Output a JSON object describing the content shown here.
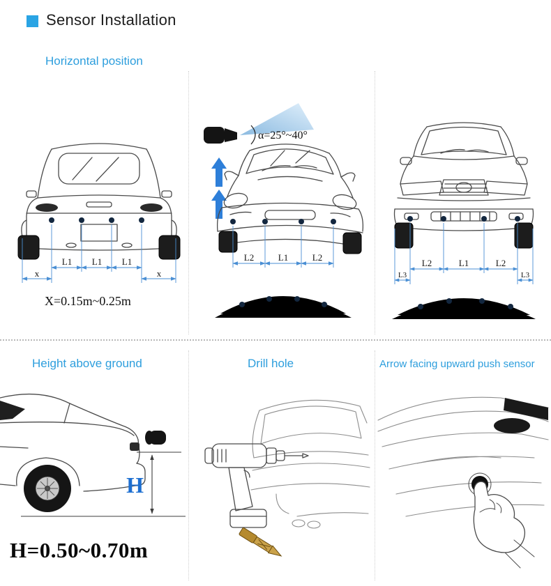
{
  "title": "Sensor Installation",
  "colors": {
    "accent_blue": "#2d9edd",
    "bullet_blue": "#2aa4e4",
    "dimension_blue": "#4a8fd4",
    "arrow_blue": "#2e7fd9",
    "h_label_blue": "#1d6fd1",
    "sensor_dot": "#13273f"
  },
  "horizontal_section": {
    "heading": "Horizontal position",
    "angle_label": "α=25°~40°",
    "x_range": "X=0.15m~0.25m",
    "rear_view_dims": [
      "x",
      "L1",
      "L1",
      "L1",
      "x"
    ],
    "sport_front_dims": [
      "L2",
      "L1",
      "L2"
    ],
    "sedan_front_dims": [
      "L3",
      "L2",
      "L1",
      "L2",
      "L3"
    ]
  },
  "bottom_section": {
    "height_heading": "Height above ground",
    "drill_heading": "Drill hole",
    "arrow_heading": "Arrow facing upward  push sensor",
    "h_label": "H",
    "h_range": "H=0.50~0.70m"
  }
}
